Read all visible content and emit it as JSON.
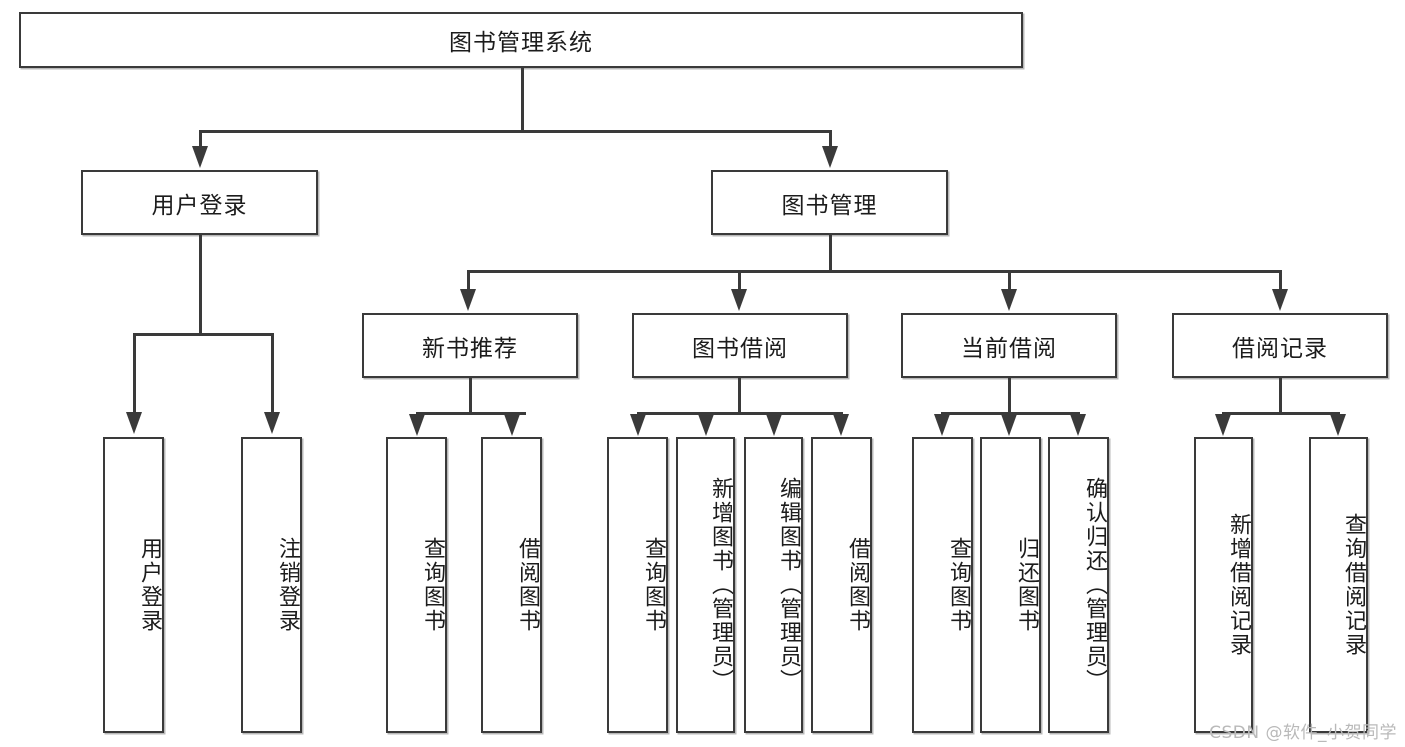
{
  "diagram": {
    "type": "tree-hierarchy",
    "title": "图书管理系统",
    "root": {
      "label": "图书管理系统"
    },
    "level1": [
      {
        "label": "用户登录"
      },
      {
        "label": "图书管理"
      }
    ],
    "level2": [
      {
        "label": "新书推荐"
      },
      {
        "label": "图书借阅"
      },
      {
        "label": "当前借阅"
      },
      {
        "label": "借阅记录"
      }
    ],
    "leaves": {
      "user_login": [
        {
          "label": "用户登录"
        },
        {
          "label": "注销登录"
        }
      ],
      "new_book_recommend": [
        {
          "label": "查询图书"
        },
        {
          "label": "借阅图书"
        }
      ],
      "book_borrow": [
        {
          "label": "查询图书"
        },
        {
          "label": "新增图书（管理员）"
        },
        {
          "label": "编辑图书（管理员）"
        },
        {
          "label": "借阅图书"
        }
      ],
      "current_borrow": [
        {
          "label": "查询图书"
        },
        {
          "label": "归还图书"
        },
        {
          "label": "确认归还（管理员）"
        }
      ],
      "borrow_record": [
        {
          "label": "新增借阅记录"
        },
        {
          "label": "查询借阅记录"
        }
      ]
    }
  },
  "watermark": {
    "text": "CSDN @软件_小贺同学"
  },
  "colors": {
    "stroke": "#3a3a3a",
    "background": "#ffffff",
    "text": "#1c1c1c",
    "watermark": "#b9b9b9"
  }
}
